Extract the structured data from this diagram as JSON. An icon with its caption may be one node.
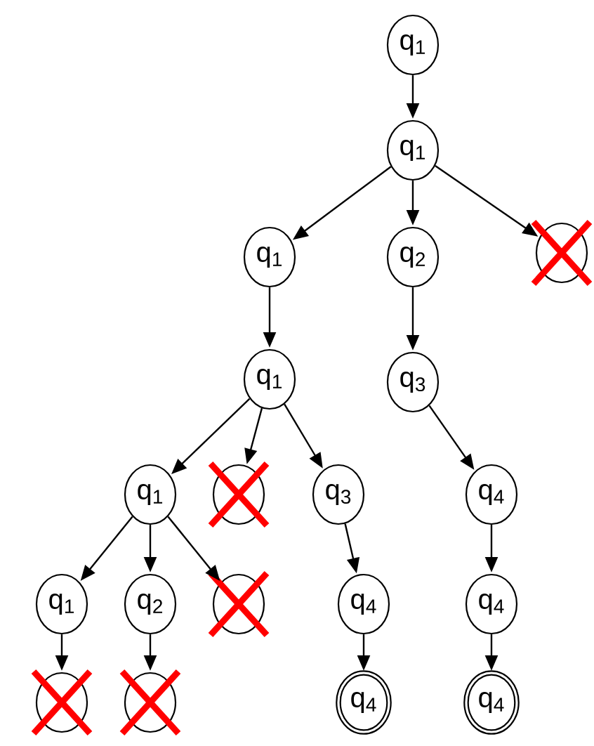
{
  "diagram": {
    "nodes": [
      {
        "text": [
          "q$_{1}$"
        ]
      },
      {
        "text": [
          "q$_{1}$"
        ]
      },
      {
        "text": [
          "q$_{1}$"
        ]
      },
      {
        "text": [
          "q$_{2}$"
        ]
      },
      {
        "text": [],
        "shape": "circle"
      },
      {
        "text": [
          "q$_{1}$"
        ]
      },
      {
        "text": [
          "q$_{3}$"
        ]
      },
      {
        "text": [
          "q$_{1}$"
        ]
      },
      {
        "text": [],
        "shape": "circle"
      },
      {
        "text": [
          "q$_{3}$"
        ]
      },
      {
        "text": [
          "q$_{4}$"
        ]
      },
      {
        "text": [
          "q$_{1}$"
        ]
      },
      {
        "text": [
          "q$_{2}$"
        ]
      },
      {
        "text": [],
        "shape": "circle"
      },
      {
        "text": [
          "q$_{4}$"
        ]
      },
      {
        "text": [
          "q$_{4}$"
        ]
      },
      {
        "text": [],
        "shape": "circle"
      },
      {
        "text": [],
        "shape": "circle"
      },
      {
        "text": [
          "q$_{4}$"
        ]
      },
      {
        "text": [
          "q$_{4}$"
        ]
      }
    ],
    "edges": [
      {
        "from": 0,
        "to": 1,
        "arrow": "to"
      },
      {
        "from": 1,
        "to": 2,
        "arrow": "to"
      },
      {
        "from": 1,
        "to": 3,
        "arrow": "to"
      },
      {
        "from": 1,
        "to": 4,
        "arrow": "to"
      },
      {
        "from": 2,
        "to": 5,
        "arrow": "to"
      },
      {
        "from": 3,
        "to": 6,
        "arrow": "to"
      },
      {
        "from": 5,
        "to": 7,
        "arrow": "to"
      },
      {
        "from": 5,
        "to": 8,
        "arrow": "to"
      },
      {
        "from": 5,
        "to": 9,
        "arrow": "to"
      },
      {
        "from": 6,
        "to": 10,
        "arrow": "to"
      },
      {
        "from": 7,
        "to": 11,
        "arrow": "to"
      },
      {
        "from": 7,
        "to": 12,
        "arrow": "to"
      },
      {
        "from": 7,
        "to": 13,
        "arrow": "to"
      },
      {
        "from": 9,
        "to": 14,
        "arrow": "to"
      },
      {
        "from": 10,
        "to": 15,
        "arrow": "to"
      },
      {
        "from": 11,
        "to": 16,
        "arrow": "to"
      },
      {
        "from": 12,
        "to": 17,
        "arrow": "to"
      },
      {
        "from": 14,
        "to": 18,
        "arrow": "to"
      },
      {
        "from": 15,
        "to": 19,
        "arrow": "to"
      }
    ]
  }
}
